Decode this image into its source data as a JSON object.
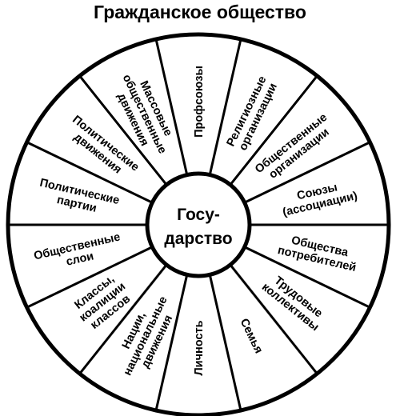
{
  "title": "Гражданское общество",
  "center": {
    "lines": [
      "Госу-",
      "дарство"
    ]
  },
  "segments": [
    {
      "id": "profsoyuzy",
      "lines": [
        "Профсоюзы"
      ]
    },
    {
      "id": "religioznye",
      "lines": [
        "Религиозные",
        "организации"
      ]
    },
    {
      "id": "obshchestvennye-org",
      "lines": [
        "Общественные",
        "организации"
      ]
    },
    {
      "id": "soyuzy",
      "lines": [
        "Союзы",
        "(ассоциации)"
      ]
    },
    {
      "id": "obshchestva-potr",
      "lines": [
        "Общества",
        "потребителей"
      ]
    },
    {
      "id": "trudovye",
      "lines": [
        "Трудовые",
        "коллективы"
      ]
    },
    {
      "id": "semya",
      "lines": [
        "Семья"
      ]
    },
    {
      "id": "lichnost",
      "lines": [
        "Личность"
      ]
    },
    {
      "id": "natsii",
      "lines": [
        "Нации,",
        "национальные",
        "движения"
      ]
    },
    {
      "id": "klassy",
      "lines": [
        "Классы,",
        "коалиции",
        "классов"
      ]
    },
    {
      "id": "sloi",
      "lines": [
        "Общественные",
        "слои"
      ]
    },
    {
      "id": "partii",
      "lines": [
        "Политические",
        "партии"
      ]
    },
    {
      "id": "pol-dvizheniya",
      "lines": [
        "Политические",
        "движения"
      ]
    },
    {
      "id": "massovye",
      "lines": [
        "Массовые",
        "общественные",
        "движения"
      ]
    }
  ]
}
